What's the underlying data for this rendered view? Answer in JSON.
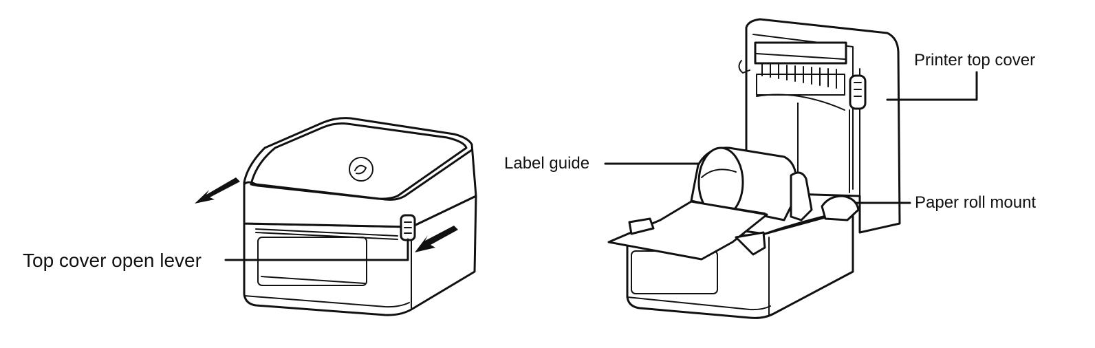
{
  "labels": {
    "top_cover_open_lever": "Top cover open lever",
    "label_guide": "Label guide",
    "printer_top_cover": "Printer top cover",
    "paper_roll_mount": "Paper roll mount"
  },
  "colors": {
    "ink": "#111111",
    "background": "#ffffff"
  },
  "icons": [
    "arrow-left-up-icon",
    "arrow-left-down-icon",
    "lever-icon"
  ]
}
